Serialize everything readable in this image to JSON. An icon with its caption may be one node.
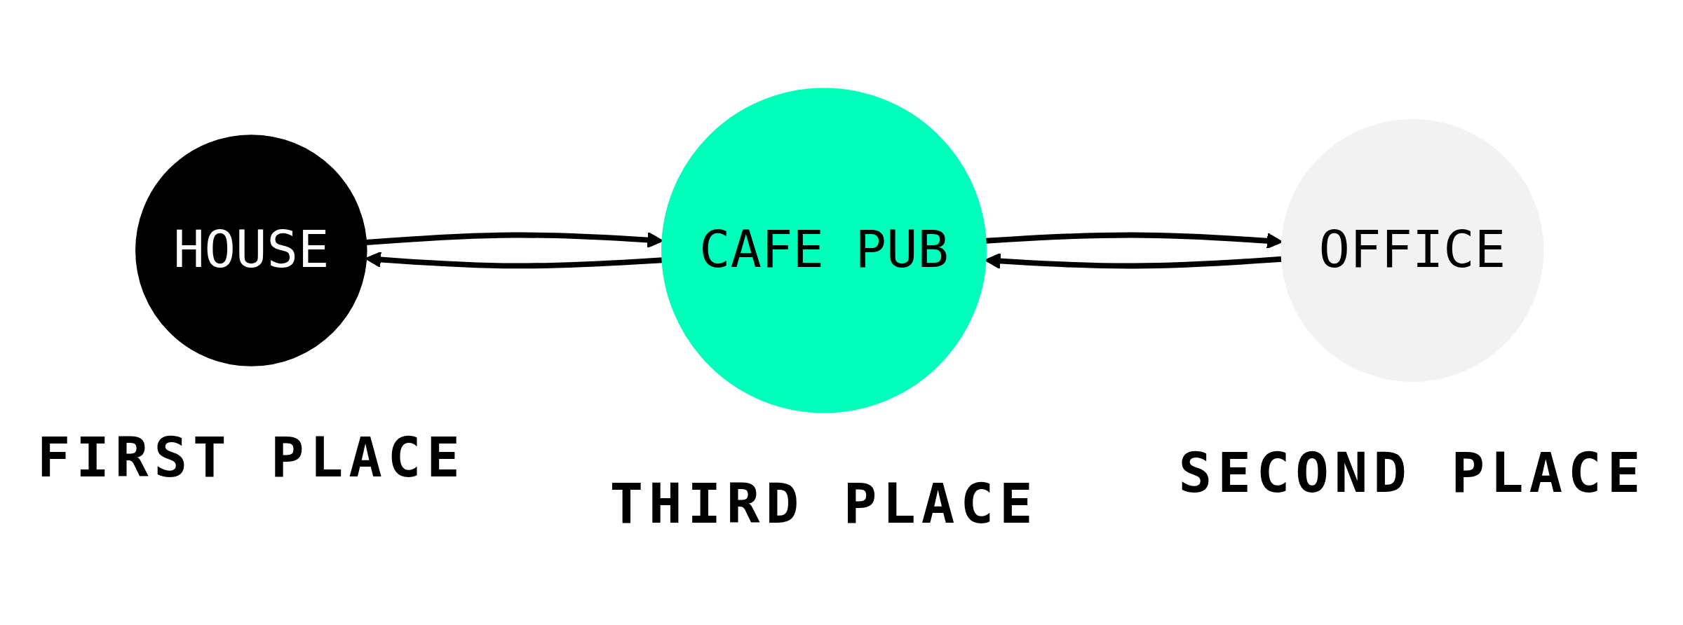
{
  "diagram": {
    "nodes": [
      {
        "text": [
          "HOUSE"
        ],
        "beside": [
          "FIRST PLACE"
        ]
      },
      {
        "text": [
          "CAFE PUB"
        ],
        "beside": [
          "THIRD PLACE"
        ]
      },
      {
        "text": [
          "OFFICE"
        ],
        "beside": [
          "SECOND PLACE"
        ]
      }
    ],
    "edges": [
      {
        "from": 0,
        "to": 1,
        "arrow": "to"
      },
      {
        "from": 1,
        "to": 0,
        "arrow": "to"
      },
      {
        "from": 1,
        "to": 2,
        "arrow": "to"
      },
      {
        "from": 2,
        "to": 1,
        "arrow": "to"
      }
    ]
  }
}
